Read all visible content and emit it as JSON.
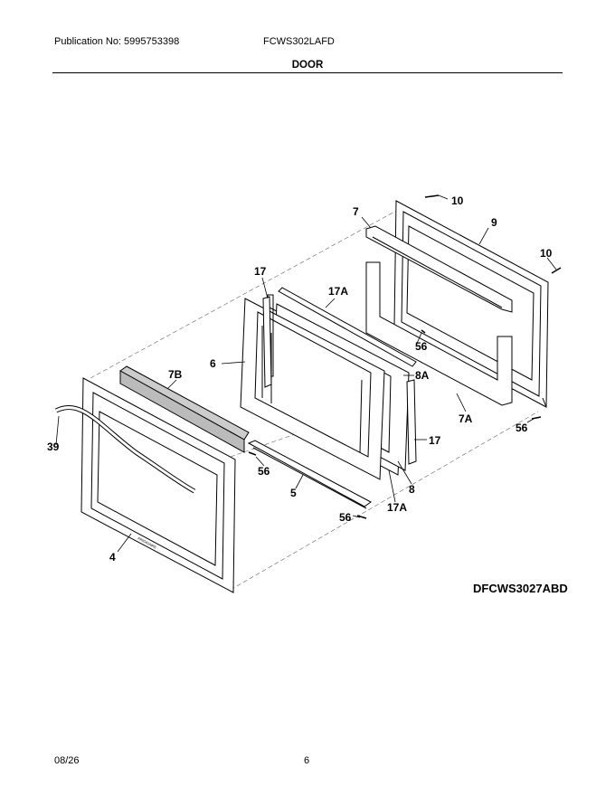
{
  "header": {
    "publication": "Publication No: 5995753398",
    "model": "FCWS302LAFD",
    "title": "DOOR"
  },
  "diagram": {
    "drawing_id": "DFCWS3027ABD",
    "labels": [
      "10",
      "7",
      "9",
      "10",
      "17",
      "17A",
      "6",
      "8A",
      "56",
      "7B",
      "7A",
      "56",
      "17",
      "39",
      "56",
      "8",
      "5",
      "17A",
      "56",
      "4"
    ],
    "brand_mark": "FRIGIDAIRE"
  },
  "footer": {
    "date": "08/26",
    "page": "6"
  }
}
